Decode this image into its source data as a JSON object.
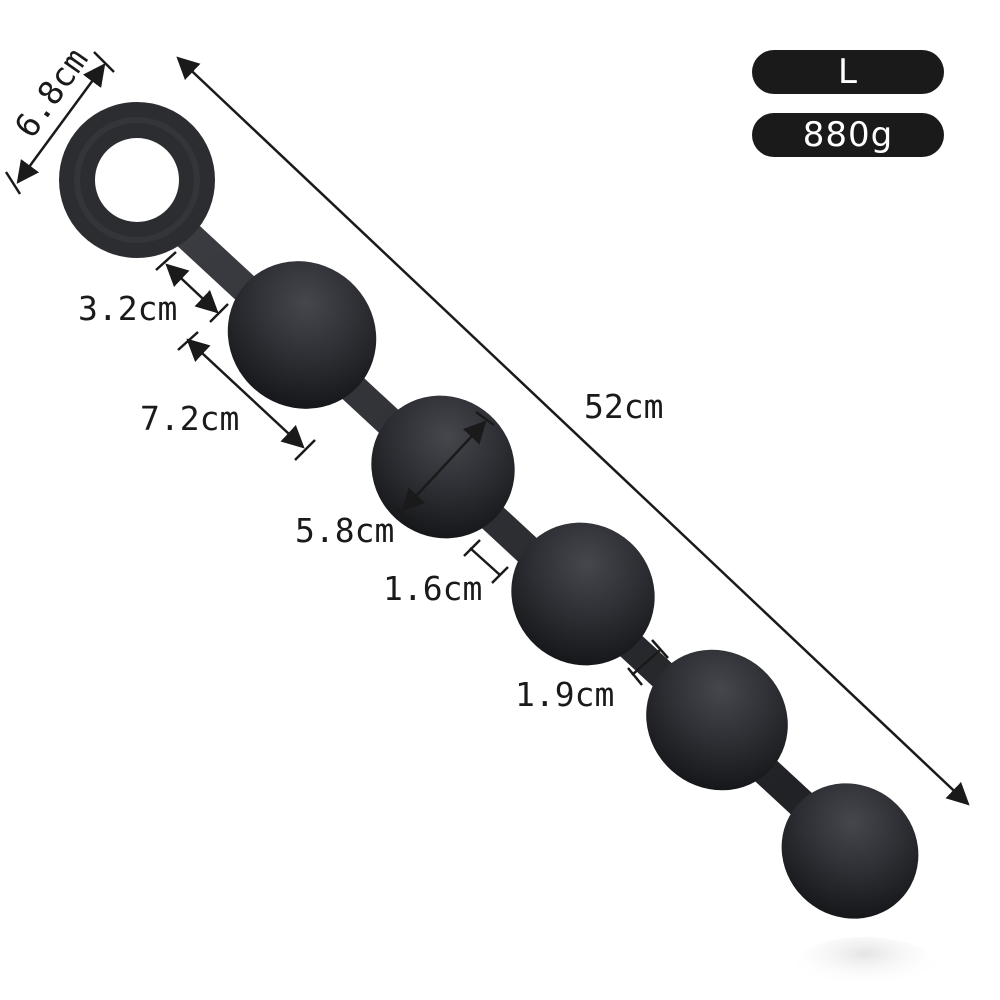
{
  "badges": {
    "size": "L",
    "weight": "880g"
  },
  "dimensions": {
    "ring_diameter": "6.8cm",
    "neck_length": "3.2cm",
    "first_ball_length": "7.2cm",
    "ball_diameter": "5.8cm",
    "connector_gap": "1.6cm",
    "connector_width": "1.9cm",
    "total_length": "52cm"
  },
  "colors": {
    "product": "#2b2d31",
    "badge_background": "#1a1a1a",
    "badge_text": "#ffffff",
    "dimension_lines": "#1a1a1a"
  }
}
